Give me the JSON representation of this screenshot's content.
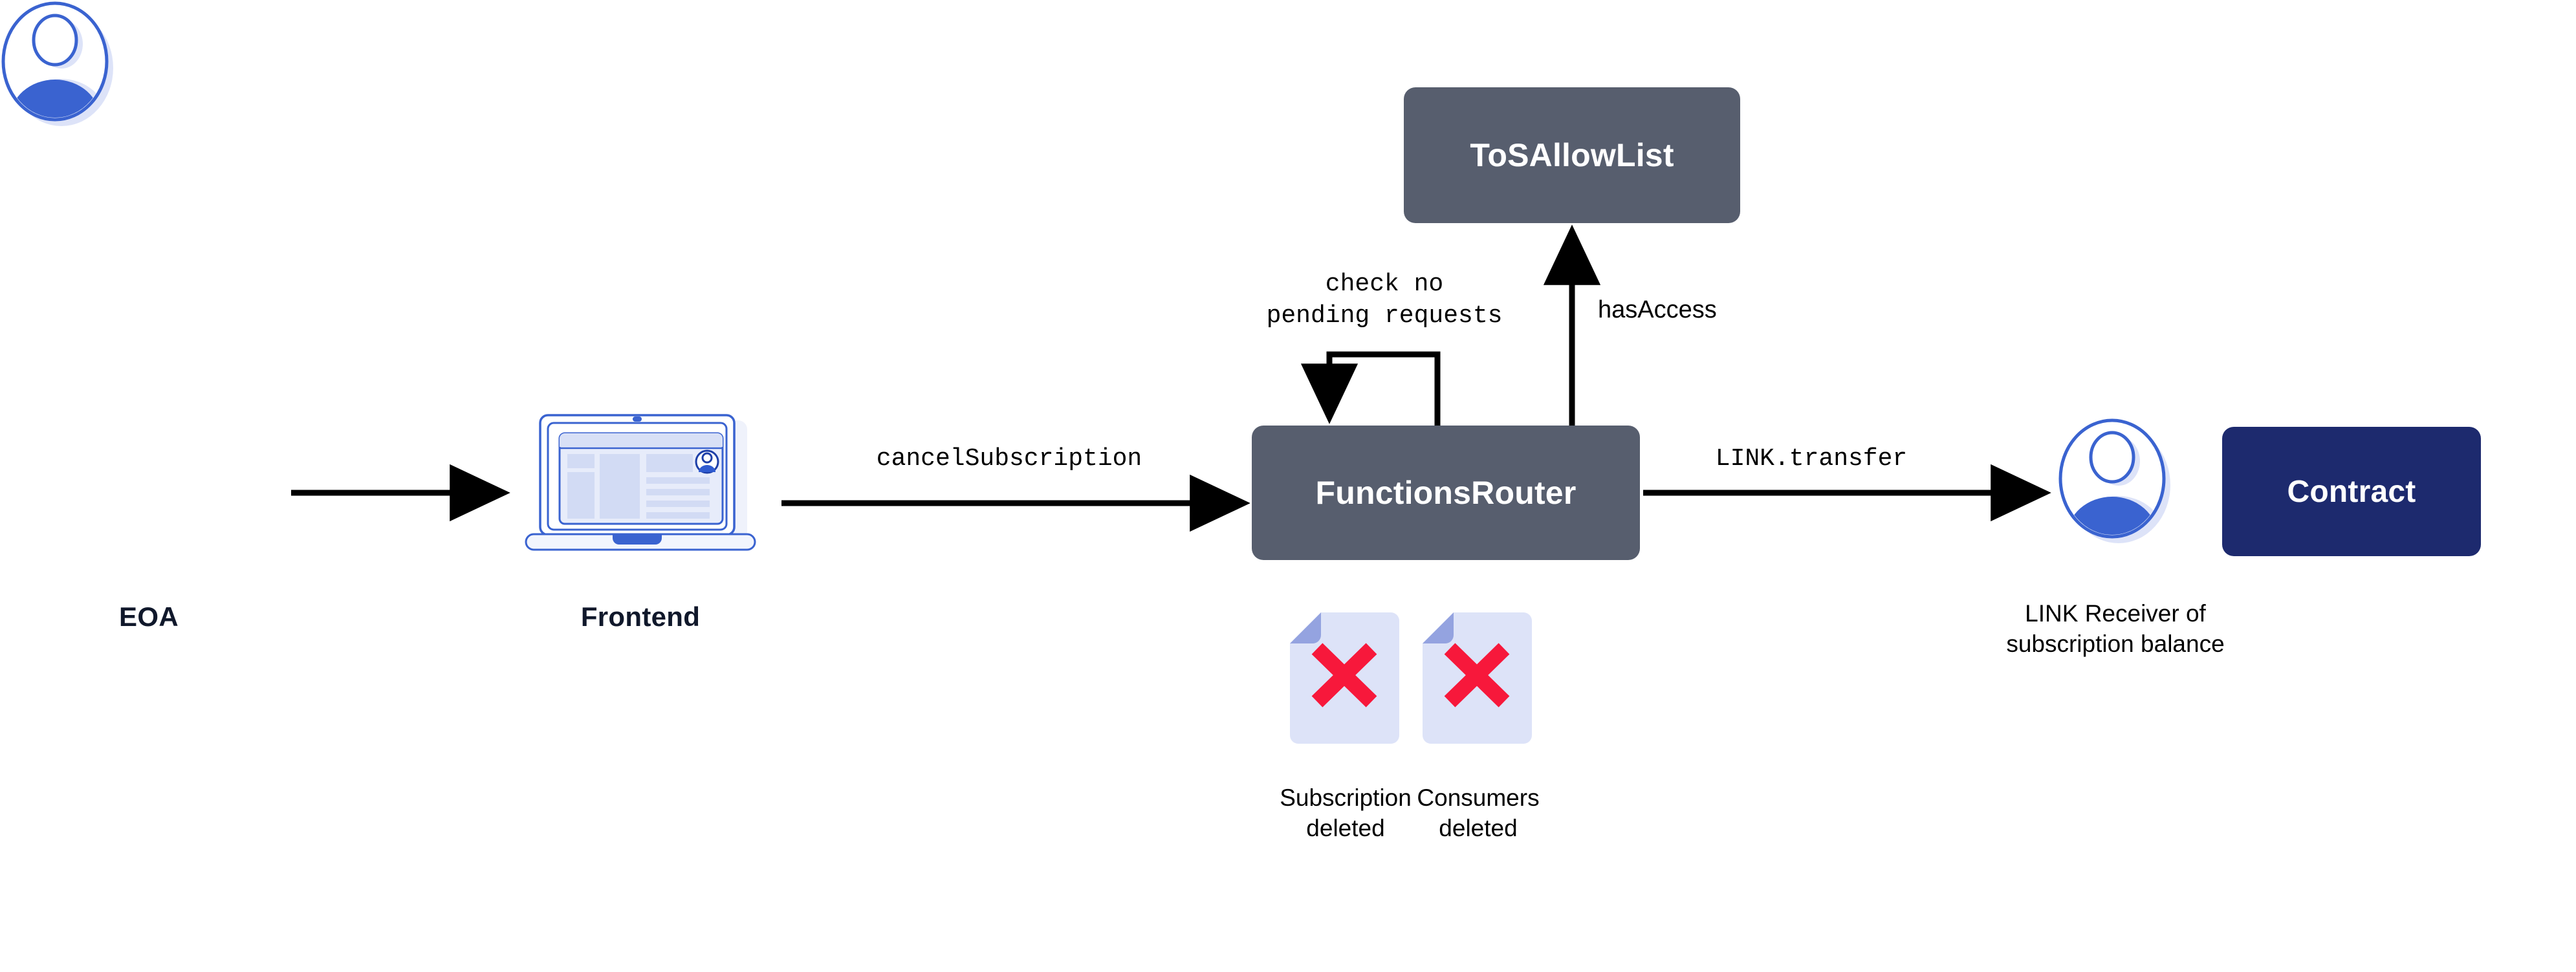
{
  "diagram": {
    "title": "Chainlink Functions cancelSubscription flow",
    "background_color": "#ffffff",
    "colors": {
      "box_slate": "#575E6E",
      "box_navy": "#1D2A6E",
      "accent_blue": "#3A63D0",
      "avatar_shadow": "#DDE3F8",
      "doc_page": "#DDE3F8",
      "doc_fold": "#94A3E0",
      "x_red": "#F7183B",
      "edge_black": "#000000",
      "text_dark": "#10182B"
    }
  },
  "nodes": {
    "eoa": {
      "icon": "person-avatar-icon",
      "label": "EOA"
    },
    "frontend": {
      "icon": "laptop-browser-icon",
      "label": "Frontend"
    },
    "functions_router": {
      "label": "FunctionsRouter",
      "fill": "#575E6E",
      "text_color": "#ffffff"
    },
    "tos_allow_list": {
      "label": "ToSAllowList",
      "fill": "#575E6E",
      "text_color": "#ffffff"
    },
    "link_receiver": {
      "icon": "person-avatar-icon",
      "label": "LINK Receiver of\nsubscription balance"
    },
    "contract": {
      "label": "Contract",
      "fill": "#1D2A6E",
      "text_color": "#ffffff"
    }
  },
  "artifacts": [
    {
      "icon": "document-deleted-icon",
      "label": "Subscription\ndeleted",
      "marker": "red-x"
    },
    {
      "icon": "document-deleted-icon",
      "label": "Consumers\ndeleted",
      "marker": "red-x"
    }
  ],
  "edges": [
    {
      "from": "eoa",
      "to": "frontend",
      "label": "",
      "style": "solid-arrow"
    },
    {
      "from": "frontend",
      "to": "functions_router",
      "label": "cancelSubscription",
      "label_font": "mono",
      "style": "solid-arrow"
    },
    {
      "from": "functions_router",
      "to": "functions_router",
      "label": "check no\npending requests",
      "label_font": "mono",
      "style": "self-loop-arrow"
    },
    {
      "from": "functions_router",
      "to": "tos_allow_list",
      "label": "hasAccess",
      "label_font": "sans",
      "style": "solid-arrow-up"
    },
    {
      "from": "functions_router",
      "to": "link_receiver",
      "label": "LINK.transfer",
      "label_font": "mono",
      "style": "solid-arrow"
    }
  ]
}
